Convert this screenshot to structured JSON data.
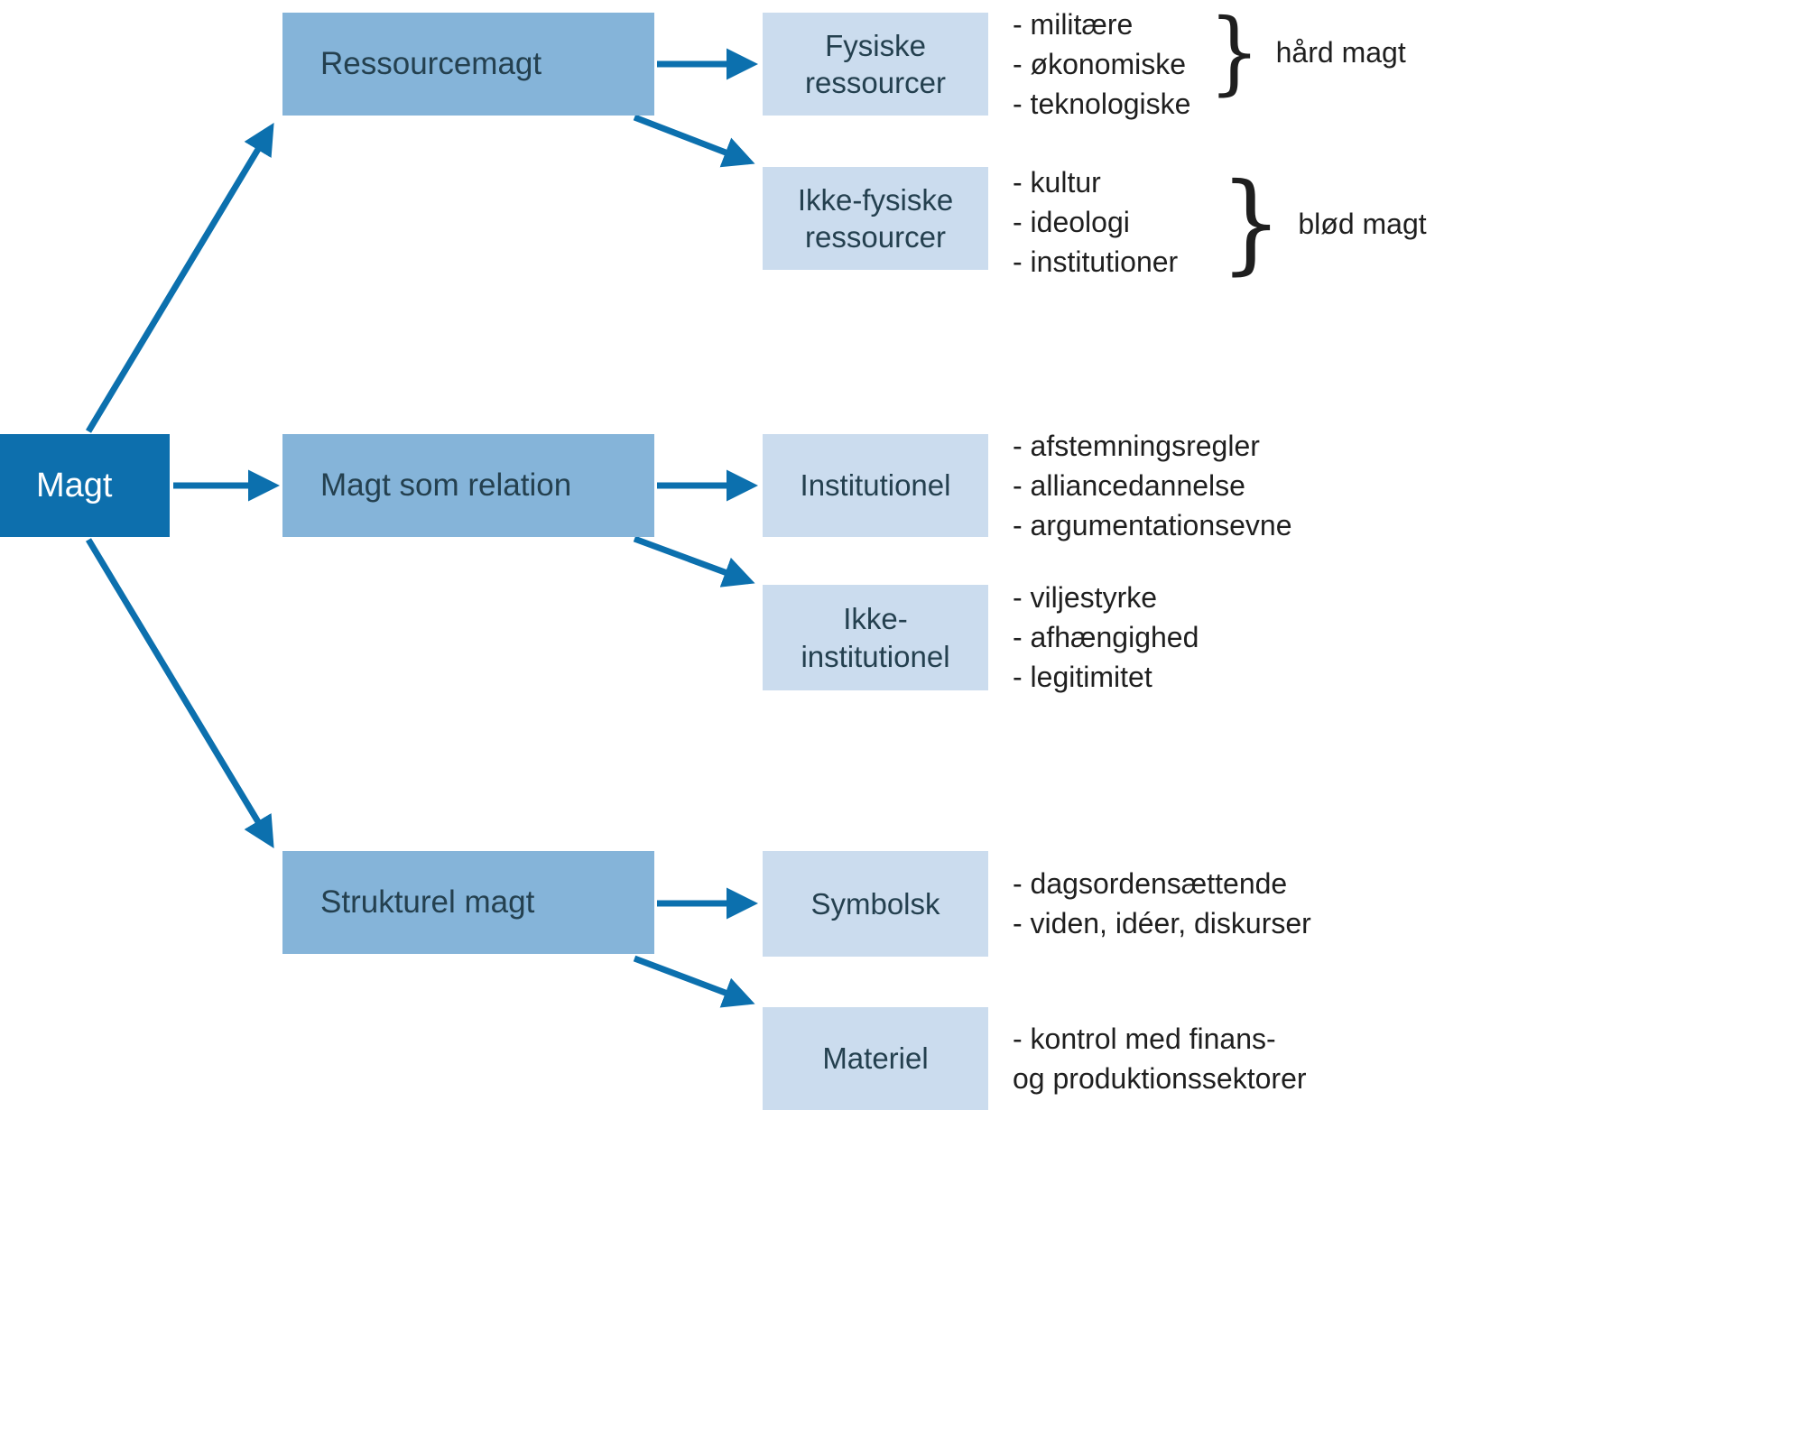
{
  "icons": {
    "brace": "}"
  },
  "colors": {
    "root_fill": "#0d6fad",
    "branch_fill": "#85b4d9",
    "leaf_fill": "#cbdcee",
    "arrow": "#0c70ae",
    "root_text": "#ffffff",
    "box_text": "#24404f",
    "note_text": "#1f1f1f"
  },
  "diagram": {
    "root": {
      "label": "Magt"
    },
    "branches": [
      {
        "label": "Ressourcemagt",
        "children": [
          {
            "label": "Fysiske ressourcer",
            "notes": [
              "- militære",
              "- økonomiske",
              "- teknologiske"
            ],
            "brace_label": "hård magt"
          },
          {
            "label": "Ikke-fysiske ressourcer",
            "notes": [
              "- kultur",
              "- ideologi",
              "- institutioner"
            ],
            "brace_label": "blød magt"
          }
        ]
      },
      {
        "label": "Magt som relation",
        "children": [
          {
            "label": "Institutionel",
            "notes": [
              "- afstemningsregler",
              "- alliancedannelse",
              "- argumentationsevne"
            ]
          },
          {
            "label": "Ikke-institutionel",
            "notes": [
              "- viljestyrke",
              "- afhængighed",
              "- legitimitet"
            ]
          }
        ]
      },
      {
        "label": "Strukturel magt",
        "children": [
          {
            "label": "Symbolsk",
            "notes": [
              "- dagsordensættende",
              "- viden, idéer, diskurser"
            ]
          },
          {
            "label": "Materiel",
            "notes": [
              "- kontrol med finans-",
              "og produktionssektorer"
            ]
          }
        ]
      }
    ]
  }
}
